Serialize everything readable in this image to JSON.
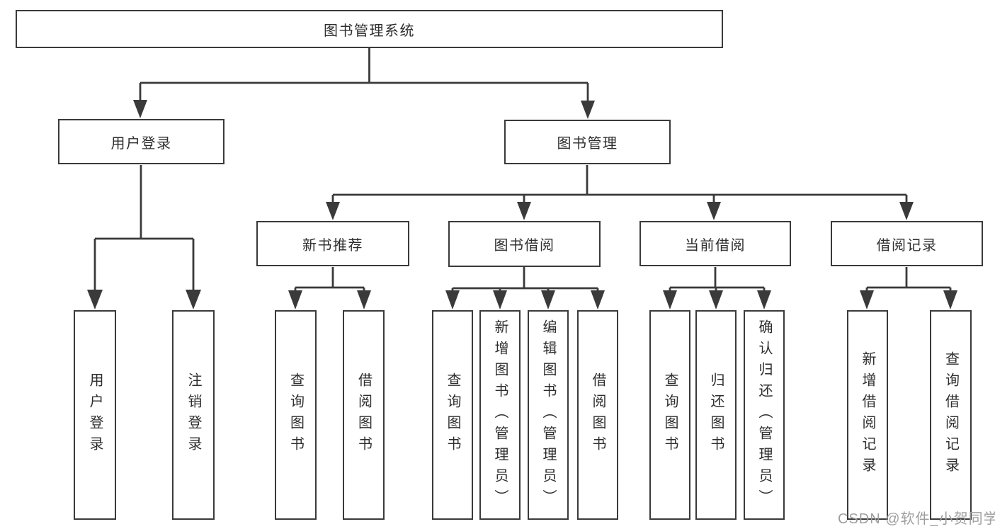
{
  "diagram": {
    "root": {
      "label": "图书管理系统"
    },
    "level2": [
      {
        "label": "用户登录"
      },
      {
        "label": "图书管理"
      }
    ],
    "level3": [
      {
        "label": "新书推荐"
      },
      {
        "label": "图书借阅"
      },
      {
        "label": "当前借阅"
      },
      {
        "label": "借阅记录"
      }
    ],
    "leaves": {
      "user_login": [
        "用户登录",
        "注销登录"
      ],
      "new_books": [
        "查询图书",
        "借阅图书"
      ],
      "book_borrow": [
        "查询图书",
        "新增图书（管理员）",
        "编辑图书（管理员）",
        "借阅图书"
      ],
      "current_borrow": [
        "查询图书",
        "归还图书",
        "确认归还（管理员）"
      ],
      "borrow_records": [
        "新增借阅记录",
        "查询借阅记录"
      ]
    }
  },
  "watermark": "CSDN @软件_小贺同学",
  "colors": {
    "line": "#3a3a3a",
    "box_border": "#3a3a3a",
    "text": "#2e2e2e",
    "watermark": "#9e9e9e",
    "background": "#ffffff"
  }
}
